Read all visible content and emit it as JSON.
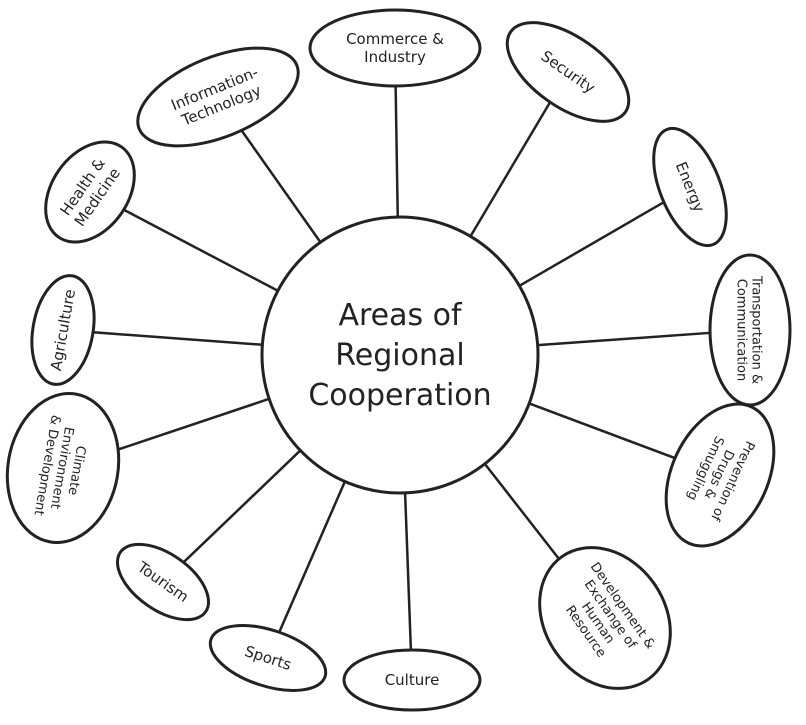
{
  "center": {
    "lines": [
      "Areas of",
      "Regional",
      "Cooperation"
    ]
  },
  "nodes": [
    {
      "id": "commerce-industry",
      "lines": [
        "Commerce &",
        "Industry"
      ]
    },
    {
      "id": "security",
      "lines": [
        "Security"
      ]
    },
    {
      "id": "energy",
      "lines": [
        "Energy"
      ]
    },
    {
      "id": "transportation-communication",
      "lines": [
        "Transportation &",
        "Communication"
      ]
    },
    {
      "id": "prevention-drugs-smuggling",
      "lines": [
        "Prevention of",
        "Drugs &",
        "Smuggling"
      ]
    },
    {
      "id": "development-exchange-human-resource",
      "lines": [
        "Development &",
        "Exchange of",
        "Human",
        "Resource"
      ]
    },
    {
      "id": "culture",
      "lines": [
        "Culture"
      ]
    },
    {
      "id": "sports",
      "lines": [
        "Sports"
      ]
    },
    {
      "id": "tourism",
      "lines": [
        "Tourism"
      ]
    },
    {
      "id": "climate-environment-development",
      "lines": [
        "Climate",
        "Environment",
        "& Development"
      ]
    },
    {
      "id": "agriculture",
      "lines": [
        "Agriculture"
      ]
    },
    {
      "id": "health-medicine",
      "lines": [
        "Health &",
        "Medicine"
      ]
    },
    {
      "id": "information-technology",
      "lines": [
        "Information-",
        "Technology"
      ]
    }
  ]
}
